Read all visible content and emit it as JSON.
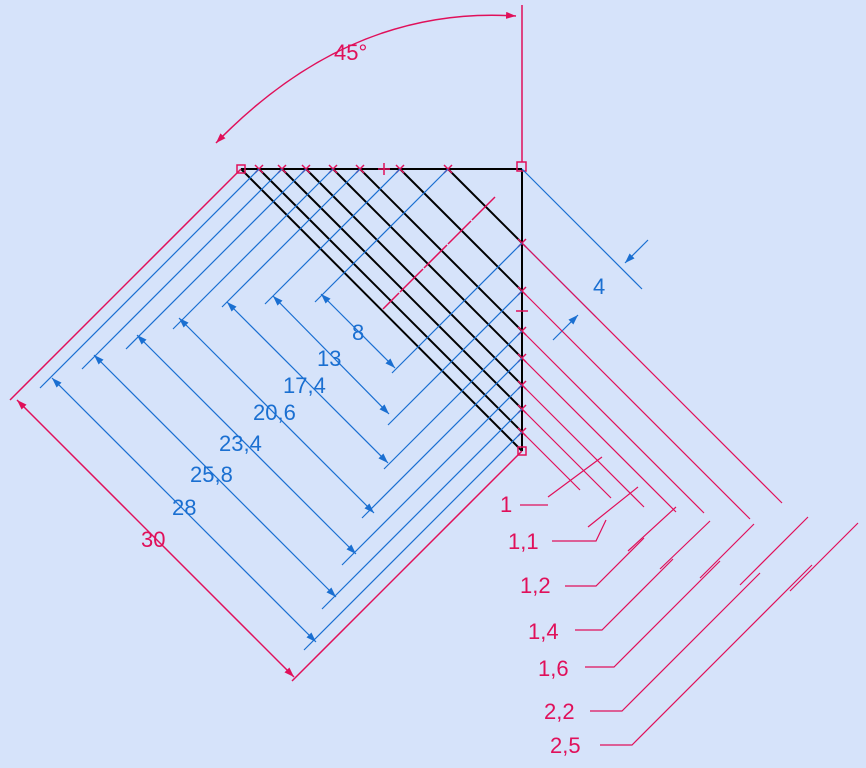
{
  "colors": {
    "background": "#d6e3fa",
    "outline": "#000000",
    "blue_dimension": "#1a6fd1",
    "magenta_dimension": "#e0105a"
  },
  "angle": {
    "label": "45°"
  },
  "overall_length": {
    "label": "30"
  },
  "blue_lengths": [
    {
      "label": "28"
    },
    {
      "label": "25,8"
    },
    {
      "label": "23,4"
    },
    {
      "label": "20,6"
    },
    {
      "label": "17,4"
    },
    {
      "label": "13"
    },
    {
      "label": "8"
    }
  ],
  "offset": {
    "label": "4"
  },
  "spacings": [
    {
      "label": "1"
    },
    {
      "label": "1,1"
    },
    {
      "label": "1,2"
    },
    {
      "label": "1,4"
    },
    {
      "label": "1,6"
    },
    {
      "label": "2,2"
    },
    {
      "label": "2,5"
    }
  ]
}
